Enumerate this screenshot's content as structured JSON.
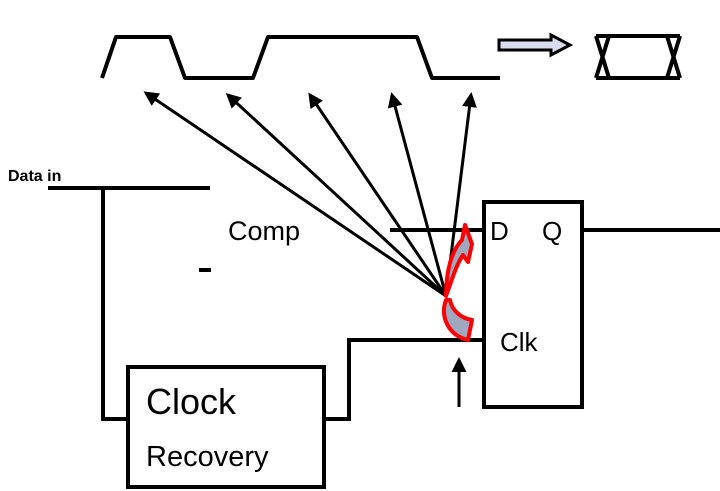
{
  "labels": {
    "data_in": "Data in",
    "comp": "Comp",
    "comp_plus": "",
    "comp_minus": "-",
    "flipflop_d": "D",
    "flipflop_q": "Q",
    "flipflop_clk": "Clk",
    "clock_recovery_line1": "Clock",
    "clock_recovery_line2": "Recovery"
  },
  "colors": {
    "line": "#000000",
    "highlight_stroke": "#ff0000",
    "highlight_fill": "#a0a8c0",
    "arrow_fill": "#d8dcf0"
  },
  "eye_diagram": {
    "icon": "eye-diagram-icon"
  },
  "arrow_right": {
    "icon": "right-arrow-icon"
  }
}
